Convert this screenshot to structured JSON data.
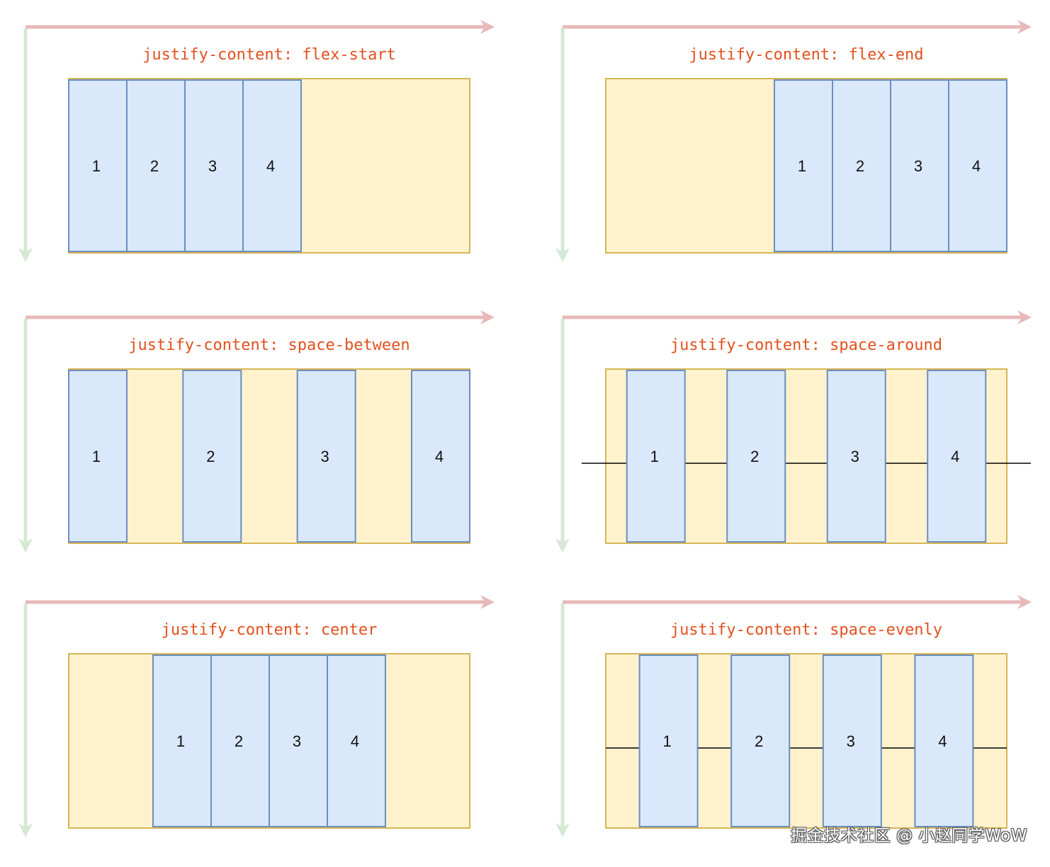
{
  "colors": {
    "container_fill": "#fff2cc",
    "container_stroke": "#d6b656",
    "item_fill": "#dae8fc",
    "item_stroke": "#6c8ebf",
    "main_axis_arrow": "#e8b9b9",
    "cross_axis_arrow": "#d5e8d4",
    "title_text": "#e2501f",
    "guide_line": "#000000"
  },
  "panels": [
    {
      "id": "flex-start",
      "title": "justify-content: flex-start",
      "justify": "flex-start",
      "items": [
        "1",
        "2",
        "3",
        "4"
      ],
      "guide_line": false
    },
    {
      "id": "flex-end",
      "title": "justify-content: flex-end",
      "justify": "flex-end",
      "items": [
        "1",
        "2",
        "3",
        "4"
      ],
      "guide_line": false
    },
    {
      "id": "space-between",
      "title": "justify-content: space-between",
      "justify": "space-between",
      "items": [
        "1",
        "2",
        "3",
        "4"
      ],
      "guide_line": false
    },
    {
      "id": "space-around",
      "title": "justify-content: space-around",
      "justify": "space-around",
      "items": [
        "1",
        "2",
        "3",
        "4"
      ],
      "guide_line": true
    },
    {
      "id": "center",
      "title": "justify-content: center",
      "justify": "center",
      "items": [
        "1",
        "2",
        "3",
        "4"
      ],
      "guide_line": false
    },
    {
      "id": "space-evenly",
      "title": "justify-content: space-evenly",
      "justify": "space-evenly",
      "items": [
        "1",
        "2",
        "3",
        "4"
      ],
      "guide_line": true
    }
  ],
  "watermark": "掘金技术社区 @ 小赵同学WoW"
}
